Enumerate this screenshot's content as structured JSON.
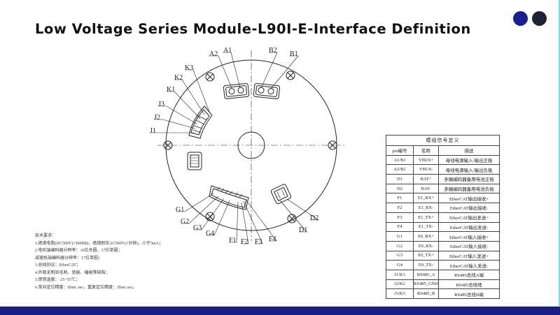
{
  "title": "Low Voltage Series Module-L90I-E-Interface Definition",
  "colors": {
    "dot_blue": "#1a1f8f",
    "dot_dark": "#1e2235",
    "bottom_bar": "#1a1f86"
  },
  "drawing": {
    "labels": {
      "A1": "A1",
      "A2": "A2",
      "B1": "B1",
      "B2": "B2",
      "K1": "K1",
      "K2": "K2",
      "K3": "K3",
      "J1": "J1",
      "J2": "J2",
      "J3": "J3",
      "G1": "G1",
      "G2": "G2",
      "G3": "G3",
      "G4": "G4",
      "F1": "F1",
      "F2": "F2",
      "F3": "F3",
      "F4": "F4",
      "D1": "D1",
      "D2": "D2"
    }
  },
  "table": {
    "title": "模组信号定义",
    "headers": [
      "pin编号",
      "名称",
      "描述"
    ],
    "rows": [
      [
        "A1/B1",
        "VBUS+",
        "母线电源输入/输出正极"
      ],
      [
        "A2/B2",
        "VBUS-",
        "母线电源输入/输出负极"
      ],
      [
        "D1",
        "BAT+",
        "多圈编码器备用电池正极"
      ],
      [
        "D2",
        "BAT-",
        "多圈编码器备用电池负极"
      ],
      [
        "F1",
        "E1_RX+",
        "EtherCAT输出接收+"
      ],
      [
        "F2",
        "E1_RX-",
        "EtherCAT输出接收-"
      ],
      [
        "F3",
        "E1_TX+",
        "EtherCAT输出发送+"
      ],
      [
        "F4",
        "E1_TX-",
        "EtherCAT输出发送-"
      ],
      [
        "G1",
        "E0_RX+",
        "EtherCAT输入接收+"
      ],
      [
        "G2",
        "E0_RX-",
        "EtherCAT输入接收-"
      ],
      [
        "G3",
        "E0_TX+",
        "EtherCAT输入发送+"
      ],
      [
        "G4",
        "E0_TX-",
        "EtherCAT输入发送-"
      ],
      [
        "J1/K1",
        "RS485_A",
        "RS485总线A端"
      ],
      [
        "J2/K2",
        "RS485_GND",
        "RS485总线地"
      ],
      [
        "J3/K3",
        "RS485_B",
        "RS485总线B端"
      ]
    ]
  },
  "tech": {
    "heading": "技术要求：",
    "lines": [
      "1.绝缘电阻(DC500V)>500MΩ，绝缘耐压AC500V(1分钟)，小于5mA；",
      "2.电机端编码器分辨率：16位多圈，17位单圈；",
      "减速机端编码器分辨率：17位单圈；",
      "3.总线协议：EtherCAT；",
      "4.外观无明显毛刺、划痕、磕碰等缺陷；",
      "5.使用温度：-25~55℃；",
      "6.单向定位精度：60arc sec，重复定位精度：20arc sec。"
    ]
  }
}
